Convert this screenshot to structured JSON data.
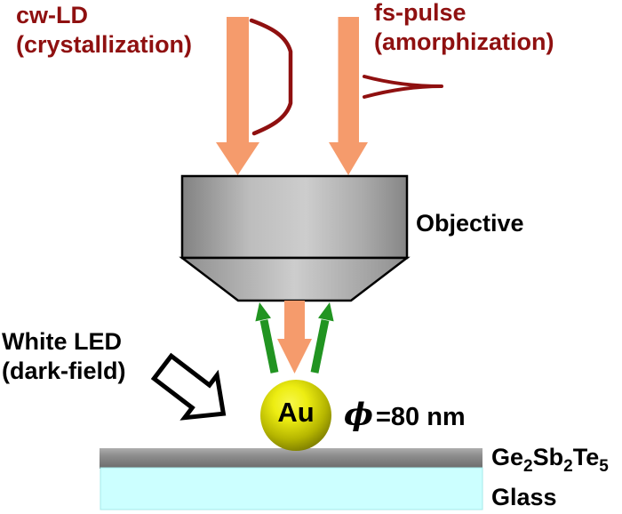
{
  "labels": {
    "cw_ld_line1": "cw-LD",
    "cw_ld_line2": "(crystallization)",
    "fs_pulse_line1": "fs-pulse",
    "fs_pulse_line2": "(amorphization)",
    "objective": "Objective",
    "white_led_line1": "White LED",
    "white_led_line2": "(dark-field)",
    "particle": "Au",
    "diameter_phi": "ϕ",
    "diameter_value": "=80 nm",
    "glass": "Glass"
  },
  "gst_formula": [
    {
      "text": "Ge",
      "sub": "2"
    },
    {
      "text": "Sb",
      "sub": "2"
    },
    {
      "text": "Te",
      "sub": "5"
    }
  ],
  "icons": {
    "cw_beam": "down-arrow-icon",
    "fs_beam": "down-arrow-icon",
    "focus_beam": "down-arrow-icon",
    "scattered_light": "up-arrow-icon",
    "white_led": "block-arrow-icon",
    "cw_profile": "long-pulse-curve",
    "fs_profile": "short-pulse-curve"
  },
  "colors": {
    "beam_orange": "#F59B6C",
    "annotation_dark_red": "#8F1010",
    "scatter_green": "#219421",
    "glass_cyan": "#CCFFFF",
    "gold_center": "#F2F226",
    "gold_edge": "#656500",
    "objective_gray": "#BFBFBF",
    "gst_gray": "#8A8A8A",
    "text_black": "#000000"
  }
}
